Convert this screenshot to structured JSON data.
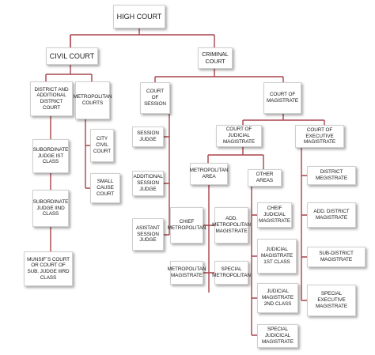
{
  "colors": {
    "connector": "#a8434a",
    "box_border": "#cfcfcf",
    "text": "#1a1a1a"
  },
  "nodes": {
    "high_court": "HIGH COURT",
    "civil_court": "CIVIL COURT",
    "criminal_court": "CRIMINAL COURT",
    "district_court": "DISTRICT AND ADDITIONAL DISTRICT COURT",
    "metropolitan_courts": "METROPOLITAN COURTS",
    "city_civil_court": "CITY CIVIL COURT",
    "small_cause_court": "SMALL CAUSE COURT",
    "subordinate_judge_1": "SUBORDINATE JUDGE IST CLASS",
    "subordinate_judge_2": "SUBORDINATE JUDGE IIND CLASS",
    "munsif_court": "MUNSIF`S COURT OR COURT OF SUB. JUDGE IIIRD CLASS",
    "court_of_session": "COURT OF SESSION",
    "court_of_magistrate": "COURT OF MAGISTRATE",
    "session_judge": "SESSION JUDGE",
    "additional_session_judge": "ADDITIONAL SESSION JUDGE",
    "assistant_session_judge": "ASISTANT SESSION JUDGE",
    "court_of_judicial_magistrate": "COURT OF JUDICIAL MAGISTRATE",
    "court_of_executive_magistrate": "COURT OF EXECUTIVE MAGISTRATE",
    "metropolitan_area": "METROPOLITAN AREA",
    "other_areas": "OTHER AREAS",
    "chief_metropolitan": "CHIEF METROPOLITAN",
    "add_metropolitan_magistrate": "ADD. METROPOLITAN MAGISTRATE",
    "metropolitan_magistrate": "METROPOLITAN MAGISTRATE",
    "special_metropolitan": "SPECIAL METROPOLITAN",
    "chief_judicial_magistrate": "CHEIF JUDICIAL MAGISTRATE",
    "judicial_magistrate_1": "JUDICIAL MAGISTRATE 1ST CLASS",
    "judicial_magistrate_2": "JUDICIAL MAGISTRATE 2ND CLASS",
    "special_judicial_magistrate": "SPECIAL JUDICICAL MAGISTRATE",
    "district_magistrate": "DISTRICT MEGISTRATE",
    "add_district_magistrate": "ADD. DISTRICT MAGISTRATE",
    "sub_district_magistrate": "SUB-DISTRICT MAGISTRATE",
    "special_executive_magistrate": "SPECIAL EXECUTIVE MAGISTRATE"
  }
}
